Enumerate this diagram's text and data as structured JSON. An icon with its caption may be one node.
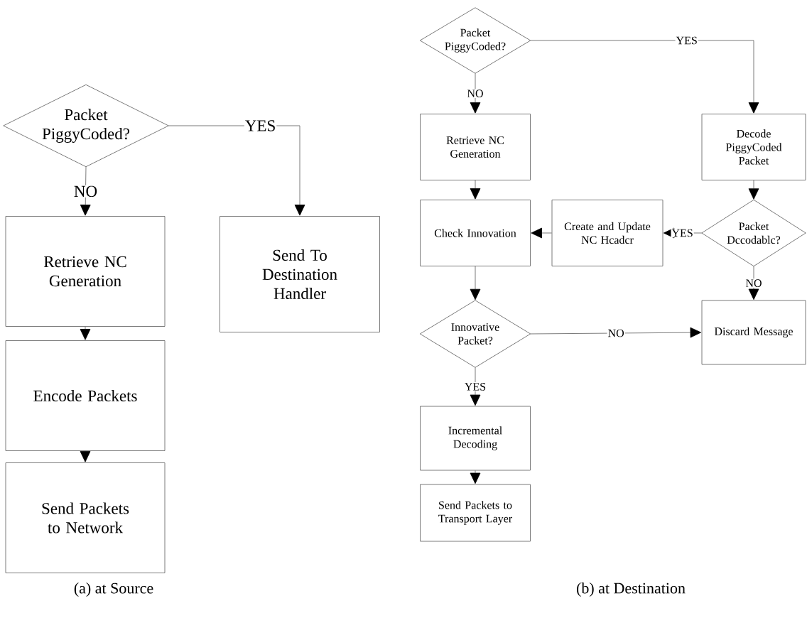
{
  "diagram": {
    "nodes": [
      {
        "text": [
          "Packet PiggyCoded?"
        ]
      },
      {
        "text": [
          "Retrieve NC Generation"
        ]
      },
      {
        "text": [
          "Encode Packets"
        ]
      },
      {
        "text": [
          "Send Packets to Network"
        ]
      },
      {
        "text": [
          "Send To Destination Handler"
        ]
      },
      {
        "text": [
          "Packet PiggyCoded?"
        ]
      },
      {
        "text": [
          "Retrieve NC Generation"
        ]
      },
      {
        "text": [
          "Decode PiggyCoded Packet"
        ]
      },
      {
        "text": [
          "Check Innovation"
        ]
      },
      {
        "text": [
          "Create and Update NC Hcadcr"
        ]
      },
      {
        "text": [
          "Packet Dccodablc?"
        ]
      },
      {
        "text": [
          "Discard Message"
        ]
      },
      {
        "text": [
          "Innovative Packet?"
        ]
      },
      {
        "text": [
          "Incremental Decoding"
        ]
      },
      {
        "text": [
          "Send Packets to Transport Layer"
        ]
      }
    ],
    "edges": [
      {
        "from": 0,
        "to": 1,
        "arrow": "to",
        "label": "NO"
      },
      {
        "from": 0,
        "to": 4,
        "arrow": "to",
        "label": "YES"
      },
      {
        "from": 1,
        "to": 2,
        "arrow": "to"
      },
      {
        "from": 2,
        "to": 3,
        "arrow": "to"
      },
      {
        "from": 5,
        "to": 6,
        "arrow": "to",
        "label": "NO"
      },
      {
        "from": 5,
        "to": 7,
        "arrow": "to",
        "label": "YES"
      },
      {
        "from": 6,
        "to": 8,
        "arrow": "to"
      },
      {
        "from": 7,
        "to": 10,
        "arrow": "to"
      },
      {
        "from": 10,
        "to": 9,
        "arrow": "to",
        "label": "YES"
      },
      {
        "from": 9,
        "to": 8,
        "arrow": "to"
      },
      {
        "from": 8,
        "to": 12,
        "arrow": "to"
      },
      {
        "from": 12,
        "to": 11,
        "arrow": "to",
        "label": "NO"
      },
      {
        "from": 10,
        "to": 11,
        "arrow": "to",
        "label": "NO"
      },
      {
        "from": 12,
        "to": 13,
        "arrow": "to",
        "label": "YES"
      },
      {
        "from": 13,
        "to": 14,
        "arrow": "to"
      }
    ],
    "labels": [
      "(a) at Source",
      "(b) at Destination"
    ]
  }
}
